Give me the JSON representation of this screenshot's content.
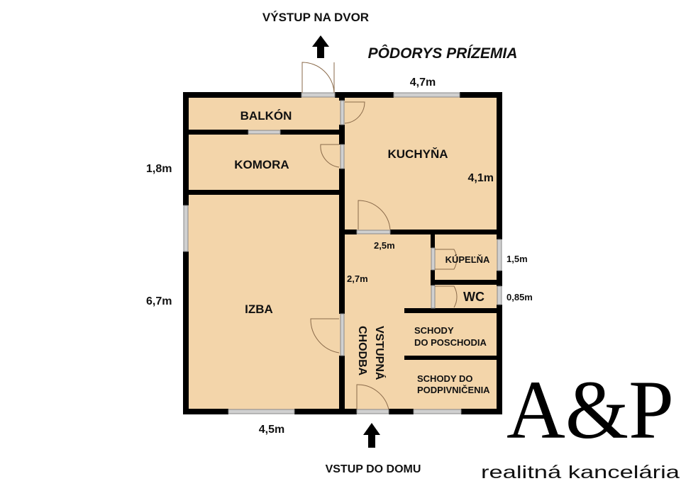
{
  "title": "PÔDORYS PRÍZEMIA",
  "exit_label": "VÝSTUP NA DVOR",
  "entrance_label": "VSTUP DO DOMU",
  "colors": {
    "floor": "#f3d5aa",
    "wall": "#000000",
    "window": "#c8c8c8",
    "door_arc": "#8a6a4a"
  },
  "rooms": {
    "balkon": "BALKÓN",
    "komora": "KOMORA",
    "kuchyna": "KUCHYŇA",
    "izba": "IZBA",
    "kupelna": "KÚPEĽŇA",
    "wc": "WC",
    "schody_hore_1": "SCHODY",
    "schody_hore_2": "DO POSCHODIA",
    "schody_dole_1": "SCHODY DO",
    "schody_dole_2": "PODPIVNIČENIA",
    "chodba_1": "VSTUPNÁ",
    "chodba_2": "CHODBA"
  },
  "dimensions": {
    "top": "4,7m",
    "kuchyna": "4,1m",
    "left_upper": "1,8m",
    "left_lower": "6,7m",
    "bottom": "4,5m",
    "chodba_width": "2,5m",
    "chodba_len": "2,7m",
    "kupelna": "1,5m",
    "wc": "0,85m"
  },
  "logo": {
    "mark": "A&P",
    "tagline": "realitná kancelária"
  },
  "icons": [
    "arrow-up-icon",
    "arrow-up-icon"
  ]
}
